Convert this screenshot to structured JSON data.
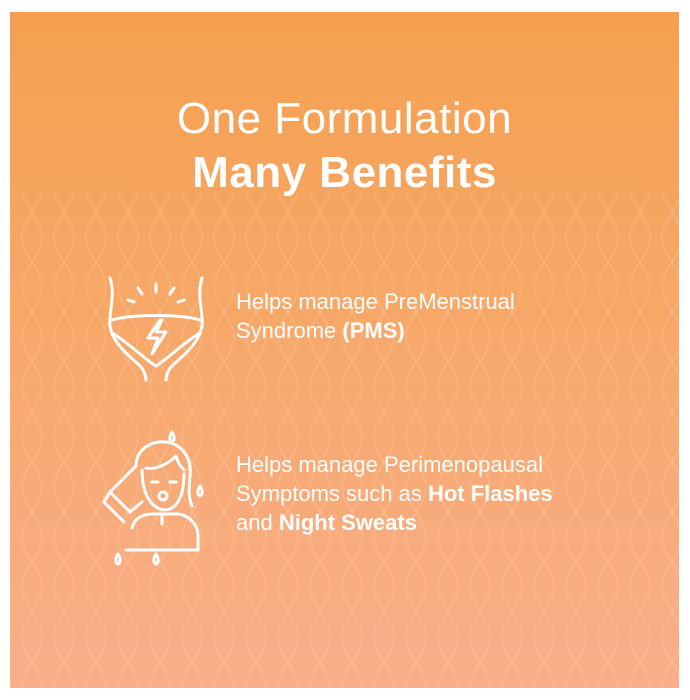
{
  "title": {
    "line1": "One Formulation",
    "line2": "Many Benefits"
  },
  "benefits": [
    {
      "icon": "abdomen-cramp-icon",
      "line1": "Helps manage PreMenstrual",
      "line2_prefix": "Syndrome ",
      "line2_bold": "(PMS)"
    },
    {
      "icon": "sweating-woman-icon",
      "line1": "Helps manage Perimenopausal",
      "line2_prefix": "Symptoms such as ",
      "line2_bold": "Hot Flashes",
      "line3_prefix": "and ",
      "line3_bold": "Night Sweats"
    }
  ],
  "colors": {
    "gradient_top": "#f5a050",
    "gradient_bottom": "#f9ae8a",
    "text": "#ffffff"
  }
}
